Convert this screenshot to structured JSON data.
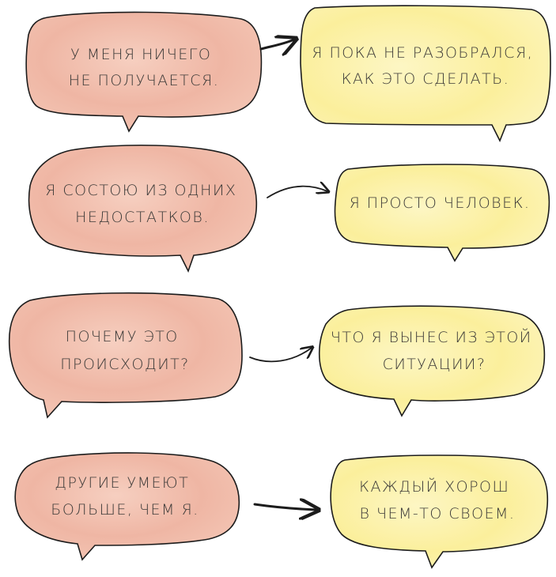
{
  "colors": {
    "negative_fill": "#efb6a4",
    "negative_fill_light": "#f7d6c9",
    "positive_fill": "#fbef9c",
    "positive_fill_light": "#fdf8cf",
    "outline": "#1c1c1c",
    "text": "#3c3a38"
  },
  "pairs": [
    {
      "negative": {
        "lines": [
          "У МЕНЯ НИЧЕГО",
          "НЕ ПОЛУЧАЕТСЯ."
        ]
      },
      "positive": {
        "lines": [
          "Я ПОКА НЕ РАЗОБРАЛСЯ,",
          "КАК ЭТО СДЕЛАТЬ."
        ]
      }
    },
    {
      "negative": {
        "lines": [
          "Я СОСТОЮ ИЗ ОДНИХ",
          "НЕДОСТАТКОВ."
        ]
      },
      "positive": {
        "lines": [
          "Я ПРОСТО ЧЕЛОВЕК."
        ]
      }
    },
    {
      "negative": {
        "lines": [
          "ПОЧЕМУ ЭТО",
          "ПРОИСХОДИТ?"
        ]
      },
      "positive": {
        "lines": [
          "ЧТО Я ВЫНЕС ИЗ ЭТОЙ",
          "СИТУАЦИИ?"
        ]
      }
    },
    {
      "negative": {
        "lines": [
          "ДРУГИЕ УМЕЮТ",
          "БОЛЬШЕ, ЧЕМ Я."
        ]
      },
      "positive": {
        "lines": [
          "КАЖДЫЙ ХОРОШ",
          "В ЧЕМ-ТО СВОЕМ."
        ]
      }
    }
  ],
  "icons": {
    "arrow": "right-arrow-icon"
  }
}
